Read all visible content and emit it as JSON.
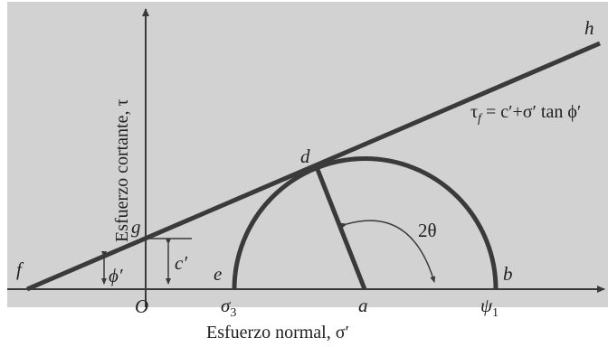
{
  "diagram": {
    "colors": {
      "panel": "#d2d2d2",
      "ink": "#3a3a3a"
    },
    "axis_labels": {
      "y": "Esfuerzo cortante, τ",
      "x": "Esfuerzo normal, σ′"
    },
    "equation": "τf = c′ + σ′ tan ϕ′",
    "equation_parts": {
      "tau": "τ",
      "f": "f",
      "rest": " = c′+σ′ tan ϕ′"
    },
    "point_labels": {
      "h": "h",
      "d": "d",
      "g": "g",
      "f": "f",
      "e": "e",
      "b": "b",
      "a": "a",
      "O": "O"
    },
    "axis_ticks": {
      "sigma3_main": "σ",
      "sigma3_sub": "3",
      "psi1_main": "ψ",
      "psi1_sub": "1"
    },
    "dimension_labels": {
      "c": "c′",
      "phi": "ϕ′",
      "two_theta": "2θ"
    }
  }
}
